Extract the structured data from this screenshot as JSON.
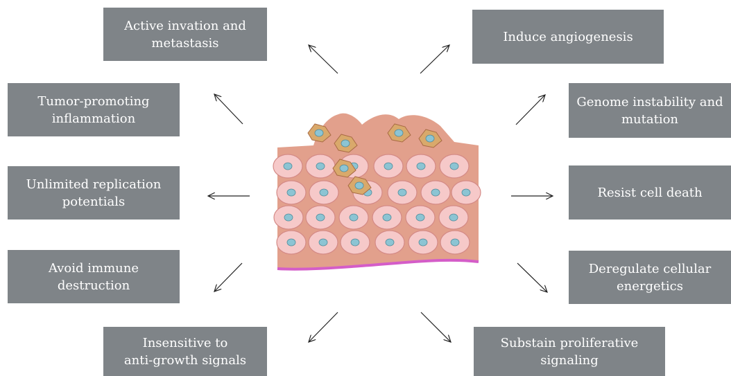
{
  "colors": {
    "box": "#7f8488",
    "box_text": "#ffffff",
    "arrow": "#222222",
    "cell_fill": "#f6c9c9",
    "tissue_fill": "#e2a08c",
    "nucleus": "#8cc4d3",
    "basement": "#d45dc8",
    "invasive": "#d9a96b"
  },
  "center_image": {
    "name": "tumor-tissue"
  },
  "hallmarks": [
    {
      "id": "invasion",
      "text": "Active invation and\nmetastasis"
    },
    {
      "id": "angiogenesis",
      "text": "Induce angiogenesis"
    },
    {
      "id": "inflammation",
      "text": "Tumor-promoting\ninflammation"
    },
    {
      "id": "genome",
      "text": "Genome instability and\nmutation"
    },
    {
      "id": "replication",
      "text": "Unlimited replication\npotentials"
    },
    {
      "id": "cell-death",
      "text": "Resist cell death"
    },
    {
      "id": "immune",
      "text": "Avoid immune\ndestruction"
    },
    {
      "id": "energetics",
      "text": "Deregulate cellular\nenergetics"
    },
    {
      "id": "anti-growth",
      "text": "Insensitive to\nanti-growth signals"
    },
    {
      "id": "proliferative",
      "text": "Substain proliferative\nsignaling"
    }
  ]
}
